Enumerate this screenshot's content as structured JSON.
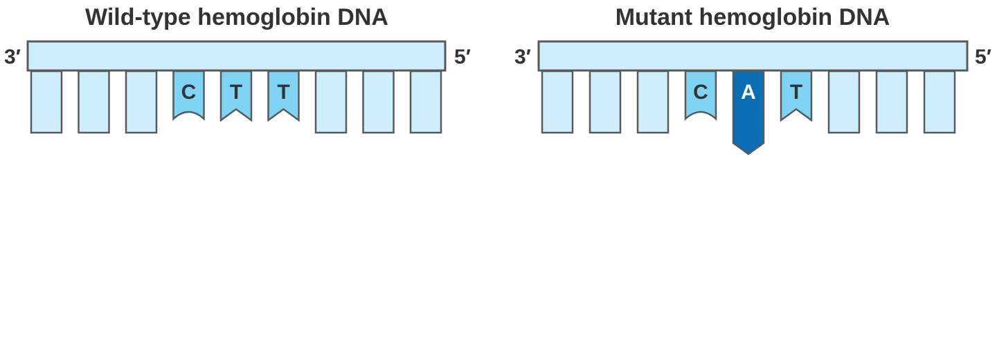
{
  "panels": [
    {
      "title": "Wild-type hemoglobin DNA",
      "left_end": "3′",
      "right_end": "5′",
      "bases": [
        {
          "letter": "",
          "shape": "plain"
        },
        {
          "letter": "",
          "shape": "plain"
        },
        {
          "letter": "",
          "shape": "plain"
        },
        {
          "letter": "C",
          "shape": "notch-c"
        },
        {
          "letter": "T",
          "shape": "notch-t"
        },
        {
          "letter": "T",
          "shape": "notch-t"
        },
        {
          "letter": "",
          "shape": "plain"
        },
        {
          "letter": "",
          "shape": "plain"
        },
        {
          "letter": "",
          "shape": "plain"
        }
      ]
    },
    {
      "title": "Mutant hemoglobin DNA",
      "left_end": "3′",
      "right_end": "5′",
      "bases": [
        {
          "letter": "",
          "shape": "plain"
        },
        {
          "letter": "",
          "shape": "plain"
        },
        {
          "letter": "",
          "shape": "plain"
        },
        {
          "letter": "C",
          "shape": "notch-c"
        },
        {
          "letter": "A",
          "shape": "point-a",
          "mutated": true
        },
        {
          "letter": "T",
          "shape": "notch-t"
        },
        {
          "letter": "",
          "shape": "plain"
        },
        {
          "letter": "",
          "shape": "plain"
        },
        {
          "letter": "",
          "shape": "plain"
        }
      ]
    }
  ],
  "colors": {
    "backbone": "#cdeefa",
    "base_plain": "#cdeefa",
    "base_letter": "#7fd3f3",
    "base_mutant": "#0a6eb4",
    "outline": "#58595b",
    "text": "#333333"
  }
}
